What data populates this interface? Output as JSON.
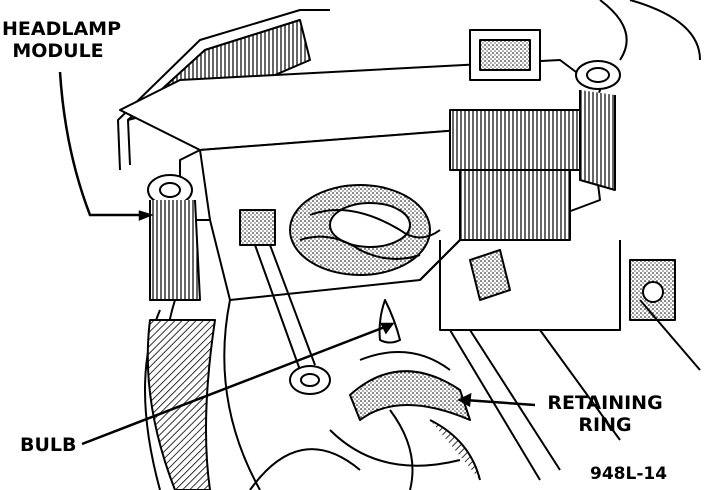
{
  "labels": {
    "headlamp_module": [
      "HEADLAMP",
      "MODULE"
    ],
    "bulb": "BULB",
    "retaining_ring": [
      "RETAINING",
      "RING"
    ]
  },
  "figure_id": "948L-14",
  "colors": {
    "ink": "#000000",
    "paper": "#ffffff"
  }
}
